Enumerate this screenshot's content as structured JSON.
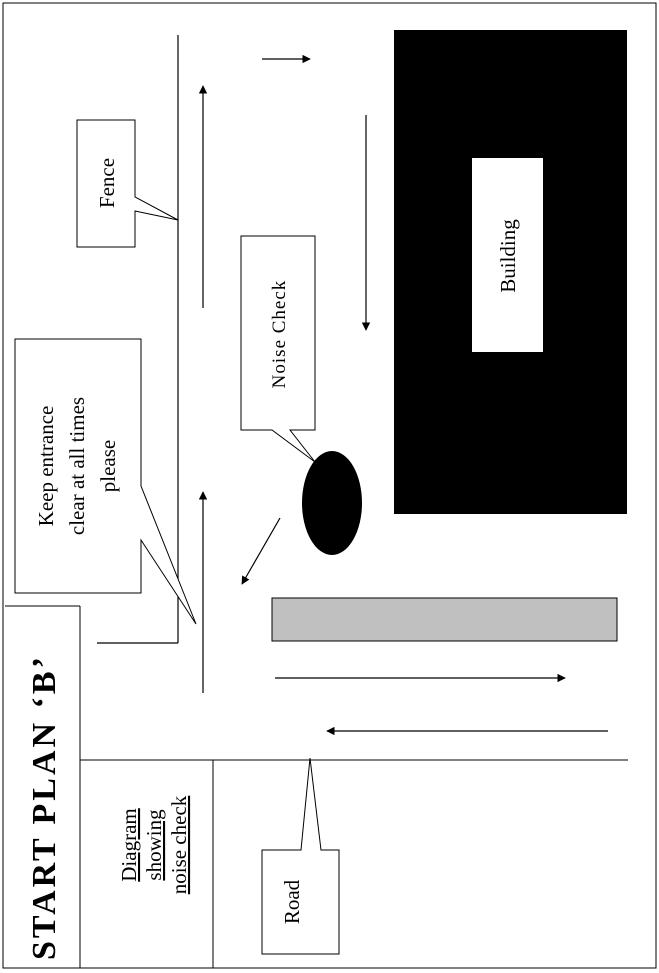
{
  "title": "START PLAN ‘B’",
  "subtitle_lines": [
    "Diagram",
    "showing",
    "noise check"
  ],
  "labels": {
    "fence": "Fence",
    "building": "Building",
    "noise_check": "Noise Check",
    "road": "Road",
    "entrance_note": [
      "Keep entrance",
      "clear at all times",
      "please"
    ]
  },
  "colors": {
    "ink": "#000000",
    "paper": "#ffffff",
    "building_fill": "#000000",
    "barrier_fill": "#c0c0c0"
  }
}
